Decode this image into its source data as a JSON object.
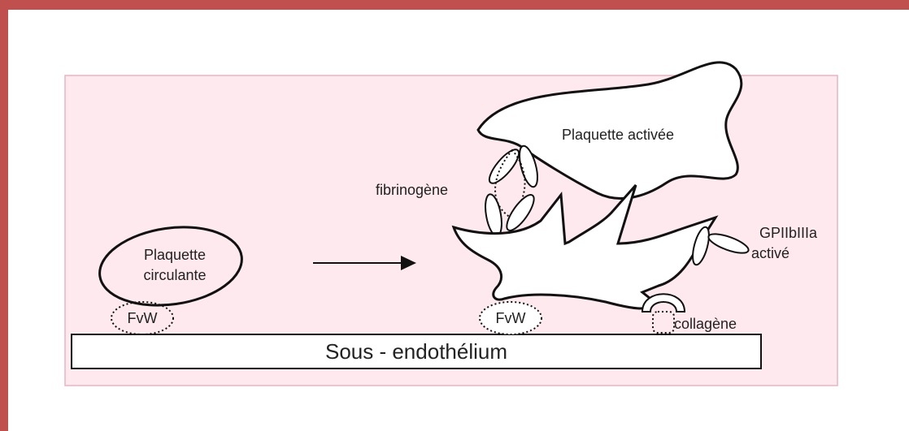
{
  "diagram": {
    "colors": {
      "frame": "#c0504d",
      "panel_fill": "#fde9ee",
      "panel_border": "#e8b4c2",
      "stroke": "#111111",
      "bar_fill": "#ffffff"
    },
    "labels": {
      "circulating_platelet_line1": "Plaquette",
      "circulating_platelet_line2": "circulante",
      "activated_platelet": "Plaquette activée",
      "fibrinogen": "fibrinogène",
      "gpiib_line1": "GPIIbIIIa",
      "gpiib_line2": "activé",
      "vwf_left": "FvW",
      "vwf_right": "FvW",
      "collagen": "collagène",
      "subendothelium": "Sous - endothélium"
    }
  }
}
